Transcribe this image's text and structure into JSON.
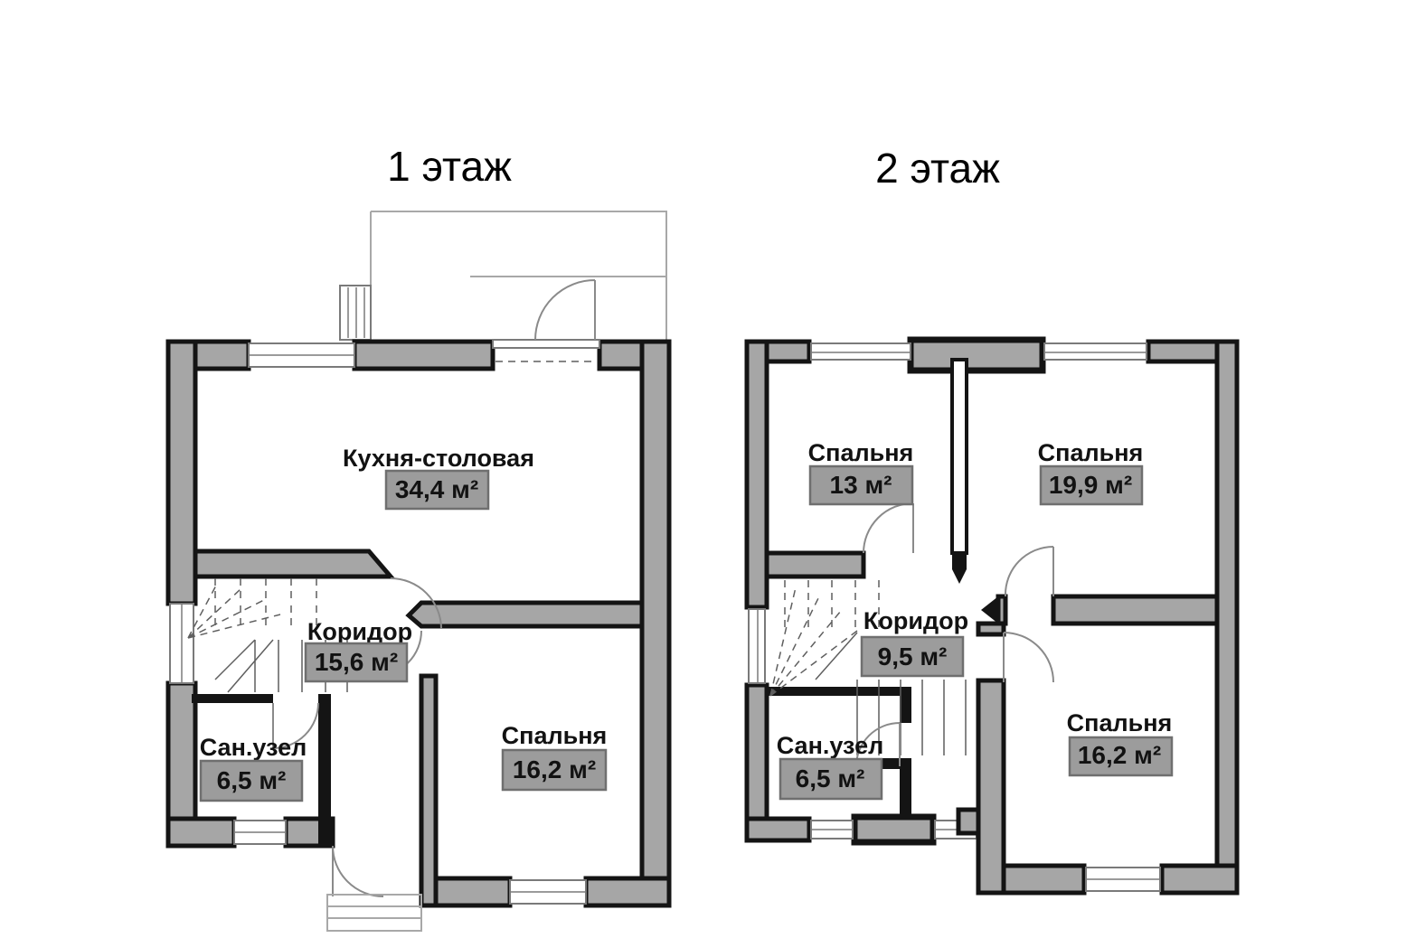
{
  "floors": [
    {
      "title": "1 этаж",
      "rooms": [
        {
          "name": "Кухня-столовая",
          "area": "34,4 м²"
        },
        {
          "name": "Коридор",
          "area": "15,6 м²"
        },
        {
          "name": "Сан.узел",
          "area": "6,5 м²"
        },
        {
          "name": "Спальня",
          "area": "16,2 м²"
        }
      ]
    },
    {
      "title": "2 этаж",
      "rooms": [
        {
          "name": "Спальня",
          "area": "13 м²"
        },
        {
          "name": "Спальня",
          "area": "19,9 м²"
        },
        {
          "name": "Коридор",
          "area": "9,5 м²"
        },
        {
          "name": "Сан.узел",
          "area": "6,5 м²"
        },
        {
          "name": "Спальня",
          "area": "16,2 м²"
        }
      ]
    }
  ],
  "colors": {
    "background": "#ffffff",
    "wall_fill": "#a6a6a6",
    "wall_outline": "#141414",
    "window_line": "#7a7a7a",
    "door_arc": "#8a8a8a",
    "thin_line": "#a8a8a8",
    "stair_line": "#5f5f5f",
    "area_badge_fill": "#9c9c9c",
    "area_badge_border": "#6f6f6f",
    "label_text": "#121212"
  }
}
